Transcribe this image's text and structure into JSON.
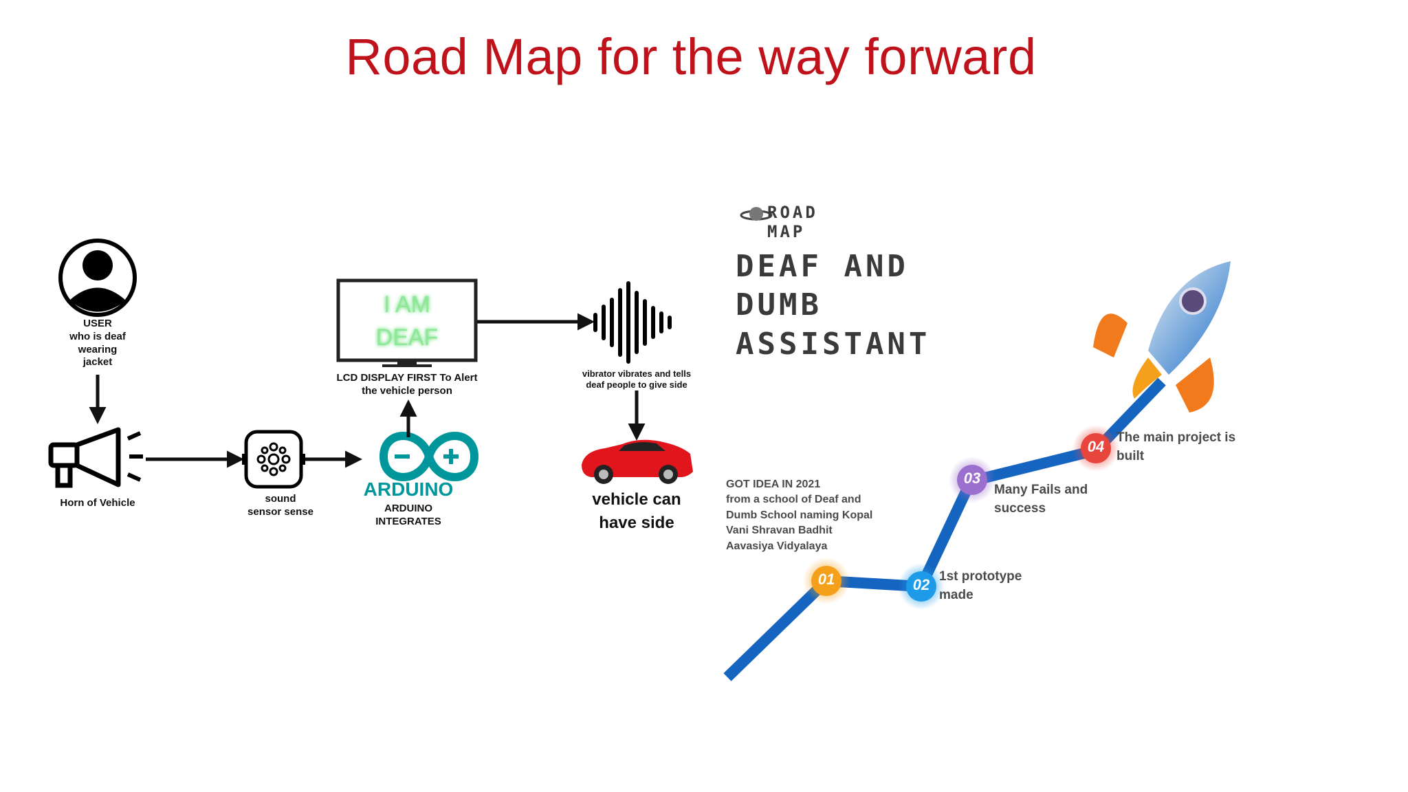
{
  "title": "Road Map for the way forward",
  "flow": {
    "user": "USER\nwho is deaf\nwearing\njacket",
    "horn": "Horn of Vehicle",
    "sensor": "sound\nsensor sense",
    "arduino_logo": "ARDUINO",
    "arduino": "ARDUINO\nINTEGRATES",
    "lcd_screen": "I AM\nDEAF",
    "lcd": "LCD DISPLAY FIRST To Alert\nthe vehicle person",
    "vibrator": "vibrator vibrates and tells\ndeaf people to give side",
    "vehicle": "vehicle can\nhave side"
  },
  "roadmap": {
    "logo_line1": "ROAD",
    "logo_line2": "MAP",
    "heading": "DEAF AND\nDUMB\nASSISTANT",
    "milestones": [
      {
        "num": "01",
        "text": "GOT IDEA IN 2021\nfrom a school of Deaf and\nDumb School naming Kopal\nVani Shravan Badhit\nAavasiya Vidyalaya",
        "color": "#f4a01b"
      },
      {
        "num": "02",
        "text": "1st prototype\nmade",
        "color": "#1e9be8"
      },
      {
        "num": "03",
        "text": "Many Fails and\nsuccess",
        "color": "#9b6fce"
      },
      {
        "num": "04",
        "text": "The main project is\nbuilt",
        "color": "#e8453c"
      }
    ]
  },
  "colors": {
    "title": "#c0121b",
    "arduino": "#00979c",
    "road": "#1565c0",
    "lcd_text": "#8fe89a",
    "car": "#e0161c"
  }
}
